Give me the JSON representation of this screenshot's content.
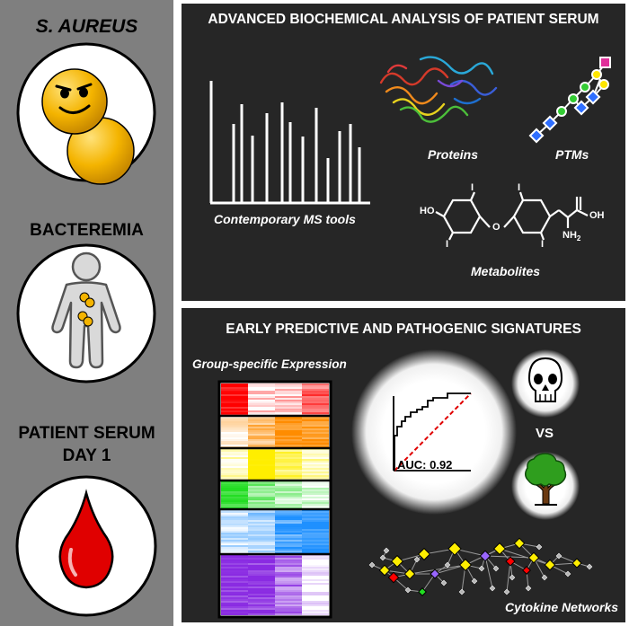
{
  "sidebar": {
    "organism": "S. AUREUS",
    "condition": "BACTEREMIA",
    "sample_line1": "PATIENT SERUM",
    "sample_line2": "DAY 1"
  },
  "top_panel": {
    "title": "ADVANCED BIOCHEMICAL ANALYSIS OF PATIENT SERUM",
    "ms_label": "Contemporary MS tools",
    "proteins_label": "Proteins",
    "ptms_label": "PTMs",
    "metabolites_label": "Metabolites",
    "molecule_labels": {
      "ho": "HO",
      "oh": "OH",
      "o": "O",
      "nh2": "NH",
      "nh2_sub": "2",
      "iodine": "I"
    }
  },
  "bottom_panel": {
    "title": "EARLY PREDICTIVE AND PATHOGENIC SIGNATURES",
    "heatmap_label": "Group-specific Expression",
    "heatmap_colors": [
      "#ff0000",
      "#ff8c00",
      "#ffee00",
      "#22dd22",
      "#1e90ff",
      "#8a2be2"
    ],
    "auc_label": "AUC: 0.92",
    "vs_label": "VS",
    "network_label": "Cytokine Networks"
  },
  "icons": [
    "smiling-bacterium-icon",
    "human-body-icon",
    "blood-drop-icon",
    "skull-icon",
    "tree-icon",
    "protein-structure-icon",
    "glycan-chain-icon"
  ]
}
